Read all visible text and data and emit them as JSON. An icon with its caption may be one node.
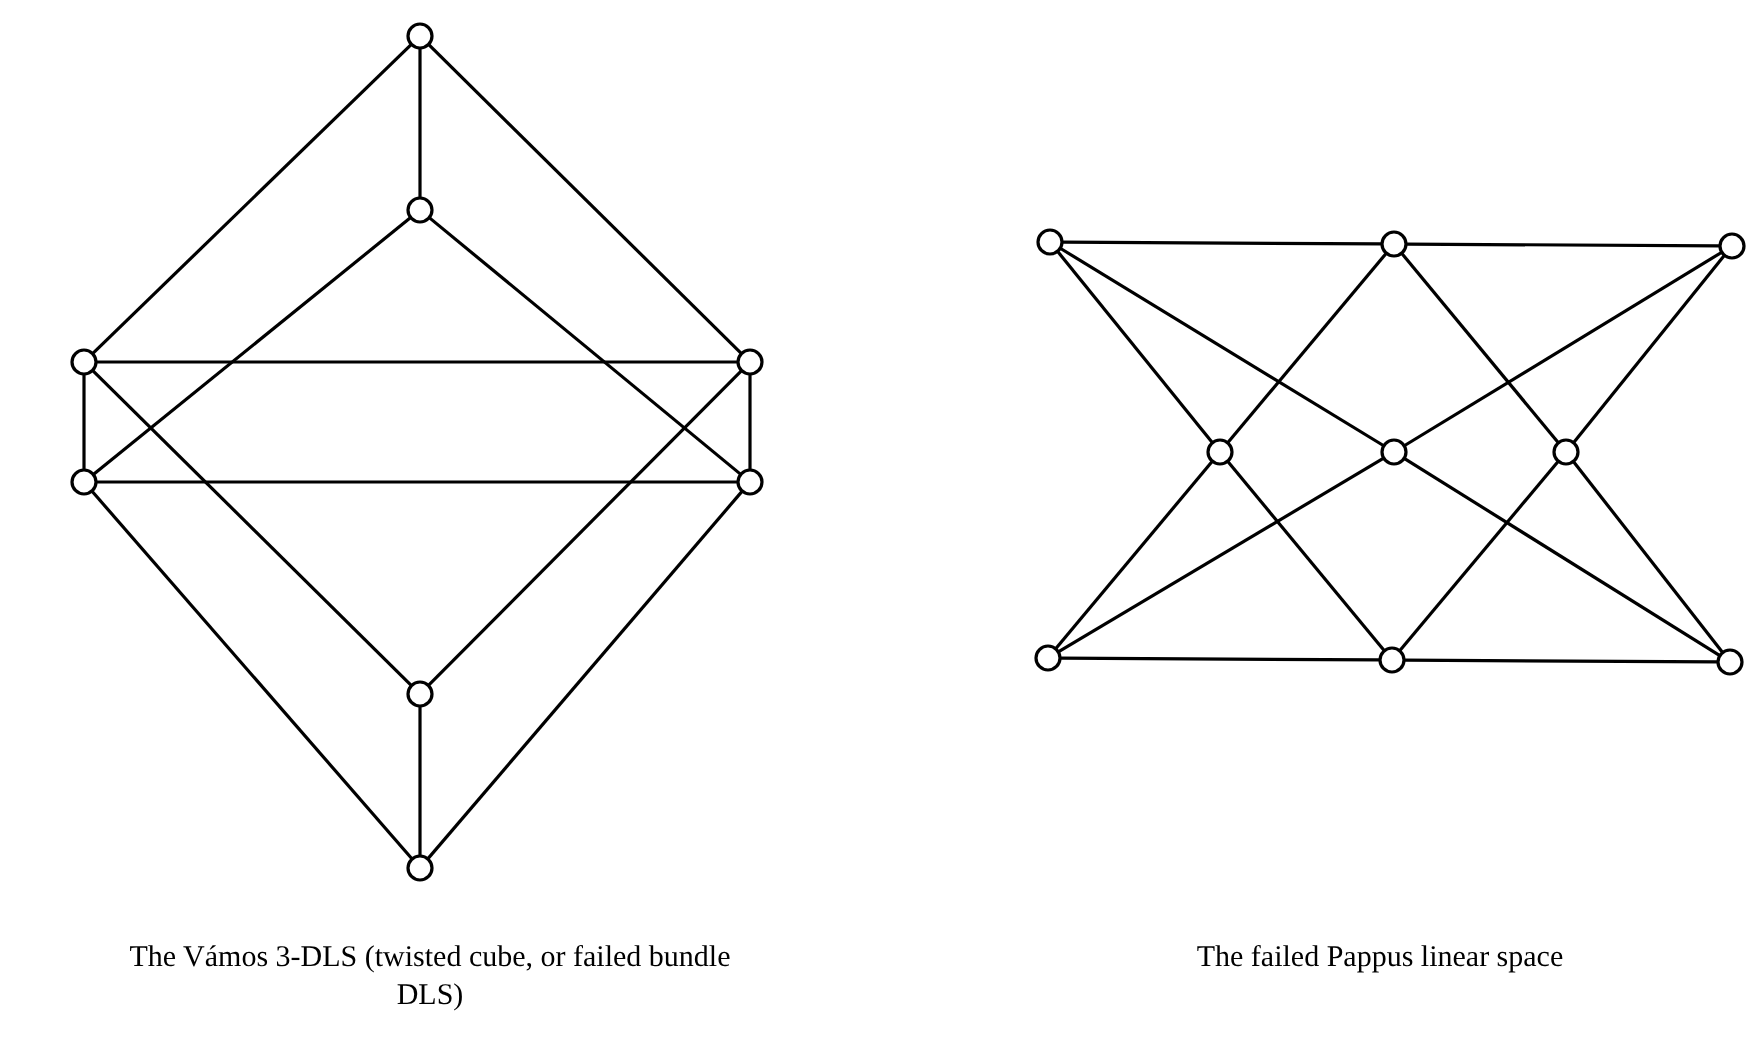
{
  "diagram": {
    "nodes": [
      {
        "text": [],
        "shape": "circle"
      },
      {
        "text": [],
        "shape": "circle"
      },
      {
        "text": [],
        "shape": "circle"
      },
      {
        "text": [],
        "shape": "circle"
      },
      {
        "text": [],
        "shape": "circle"
      },
      {
        "text": [],
        "shape": "circle"
      },
      {
        "text": [],
        "shape": "circle"
      },
      {
        "text": [],
        "shape": "circle"
      },
      {
        "text": [],
        "shape": "circle"
      },
      {
        "text": [],
        "shape": "circle"
      },
      {
        "text": [],
        "shape": "circle"
      },
      {
        "text": [],
        "shape": "circle"
      },
      {
        "text": [],
        "shape": "circle"
      },
      {
        "text": [],
        "shape": "circle"
      },
      {
        "text": [],
        "shape": "circle"
      },
      {
        "text": [],
        "shape": "circle"
      },
      {
        "text": [],
        "shape": "circle"
      }
    ],
    "edges": [
      {
        "from": 0,
        "to": 1,
        "arrow": "none"
      },
      {
        "from": 0,
        "to": 2,
        "arrow": "none"
      },
      {
        "from": 0,
        "to": 3,
        "arrow": "none"
      },
      {
        "from": 1,
        "to": 4,
        "arrow": "none"
      },
      {
        "from": 1,
        "to": 5,
        "arrow": "none"
      },
      {
        "from": 2,
        "to": 3,
        "arrow": "none"
      },
      {
        "from": 4,
        "to": 5,
        "arrow": "none"
      },
      {
        "from": 2,
        "to": 4,
        "arrow": "none"
      },
      {
        "from": 3,
        "to": 5,
        "arrow": "none"
      },
      {
        "from": 2,
        "to": 6,
        "arrow": "none"
      },
      {
        "from": 3,
        "to": 6,
        "arrow": "none"
      },
      {
        "from": 4,
        "to": 7,
        "arrow": "none"
      },
      {
        "from": 5,
        "to": 7,
        "arrow": "none"
      },
      {
        "from": 6,
        "to": 7,
        "arrow": "none"
      },
      {
        "from": 8,
        "to": 9,
        "arrow": "none"
      },
      {
        "from": 9,
        "to": 10,
        "arrow": "none"
      },
      {
        "from": 14,
        "to": 15,
        "arrow": "none"
      },
      {
        "from": 15,
        "to": 16,
        "arrow": "none"
      },
      {
        "from": 8,
        "to": 11,
        "arrow": "none"
      },
      {
        "from": 8,
        "to": 12,
        "arrow": "none"
      },
      {
        "from": 9,
        "to": 11,
        "arrow": "none"
      },
      {
        "from": 9,
        "to": 13,
        "arrow": "none"
      },
      {
        "from": 10,
        "to": 12,
        "arrow": "none"
      },
      {
        "from": 10,
        "to": 13,
        "arrow": "none"
      },
      {
        "from": 11,
        "to": 14,
        "arrow": "none"
      },
      {
        "from": 11,
        "to": 15,
        "arrow": "none"
      },
      {
        "from": 12,
        "to": 14,
        "arrow": "none"
      },
      {
        "from": 12,
        "to": 16,
        "arrow": "none"
      },
      {
        "from": 13,
        "to": 15,
        "arrow": "none"
      },
      {
        "from": 13,
        "to": 16,
        "arrow": "none"
      }
    ],
    "labels": [
      "The Vámos 3-DLS (twisted cube, or failed bundle DLS)",
      "The failed Pappus linear space"
    ]
  }
}
